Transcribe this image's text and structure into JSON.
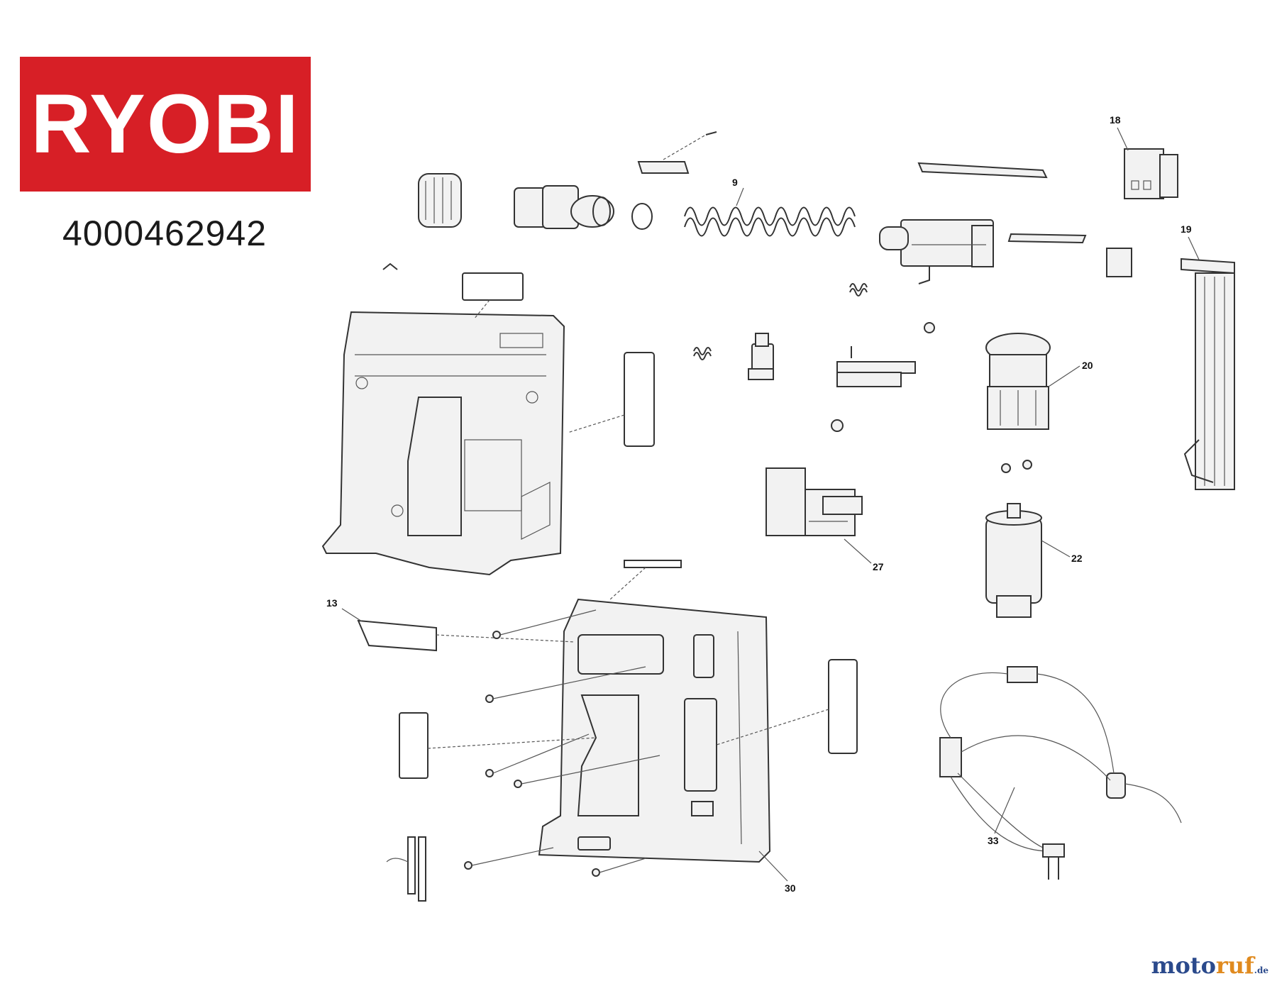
{
  "brand": {
    "logo_text": "RYOBI",
    "logo_color": "#d71f26",
    "part_number": "4000462942"
  },
  "watermark": {
    "main": "moto",
    "accent": "ruf",
    "suffix": ".de"
  },
  "callouts": [
    {
      "id": "callout-9",
      "label": "9"
    },
    {
      "id": "callout-13",
      "label": "13"
    },
    {
      "id": "callout-18",
      "label": "18"
    },
    {
      "id": "callout-19",
      "label": "19"
    },
    {
      "id": "callout-20",
      "label": "20"
    },
    {
      "id": "callout-22",
      "label": "22"
    },
    {
      "id": "callout-27",
      "label": "27"
    },
    {
      "id": "callout-30",
      "label": "30"
    },
    {
      "id": "callout-33",
      "label": "33"
    }
  ]
}
